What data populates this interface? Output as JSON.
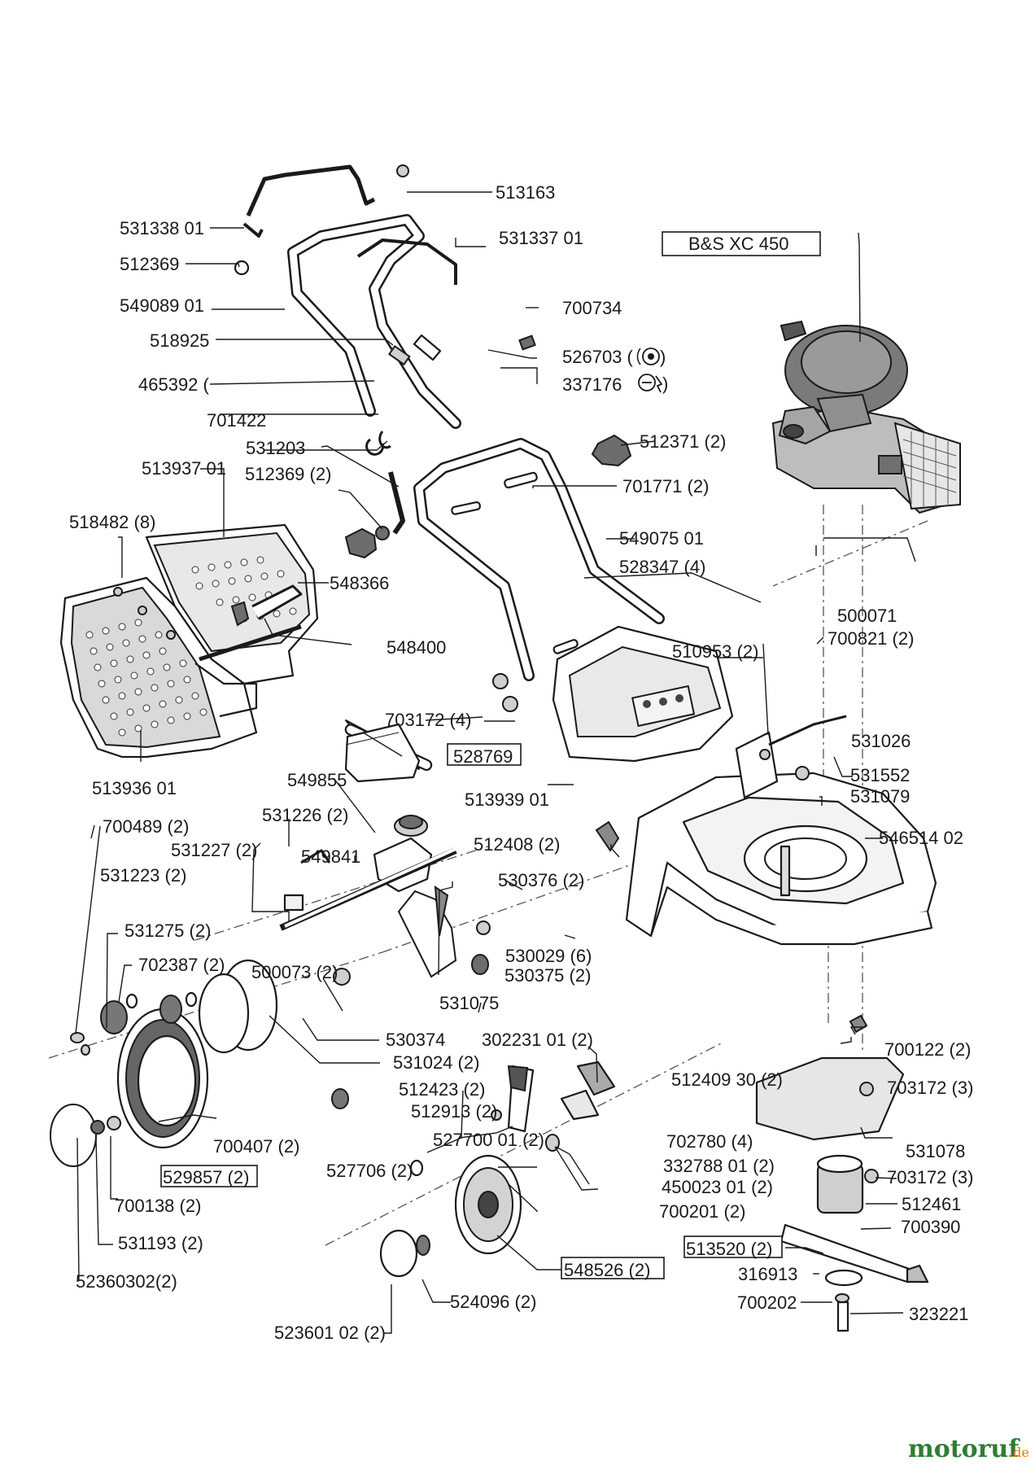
{
  "engine_label": "B&S XC 450",
  "watermark": {
    "brand": "motoruf",
    "suffix": ".de"
  },
  "labels": [
    "513163",
    "531338 01",
    "531337 01",
    "512369",
    "549089 01",
    "700734",
    "518925",
    "526703 (",
    "465392 (",
    "337176",
    "701422",
    "531203",
    "512371 (2)",
    "513937 01",
    "512369 (2)",
    "701771 (2)",
    "518482 (8)",
    "549075 01",
    "548366",
    "528347 (4)",
    "500071",
    "548400",
    "700821 (2)",
    "510953 (2)",
    "703172 (4)",
    "531026",
    "528769",
    "513936 01",
    "549855",
    "531552",
    "513939 01",
    "531079",
    "700489 (2)",
    "531226 (2)",
    "546514 02",
    "531227 (2)",
    "512408 (2)",
    "549841",
    "531223 (2)",
    "530376 (2)",
    "531275 (2)",
    "530029 (6)",
    "702387 (2)",
    "500073 (2)",
    "530375 (2)",
    "531075",
    "530374",
    "302231 01 (2)",
    "700122 (2)",
    "531024 (2)",
    "512409 30 (2)",
    "703172 (3)",
    "512423 (2)",
    "512913 (2)",
    "531078",
    "700407 (2)",
    "527700 01 (2)",
    "702780 (4)",
    "332788 01 (2)",
    "529857 (2)",
    "527706 (2)",
    "703172 (3)",
    "450023 01 (2)",
    "512461",
    "700138 (2)",
    "700201 (2)",
    "700390",
    "513520 (2)",
    "531193 (2)",
    "548526 (2)",
    "316913",
    "52360302(2)",
    "700202",
    "524096 (2)",
    "323221",
    "523601 02 (2)"
  ]
}
